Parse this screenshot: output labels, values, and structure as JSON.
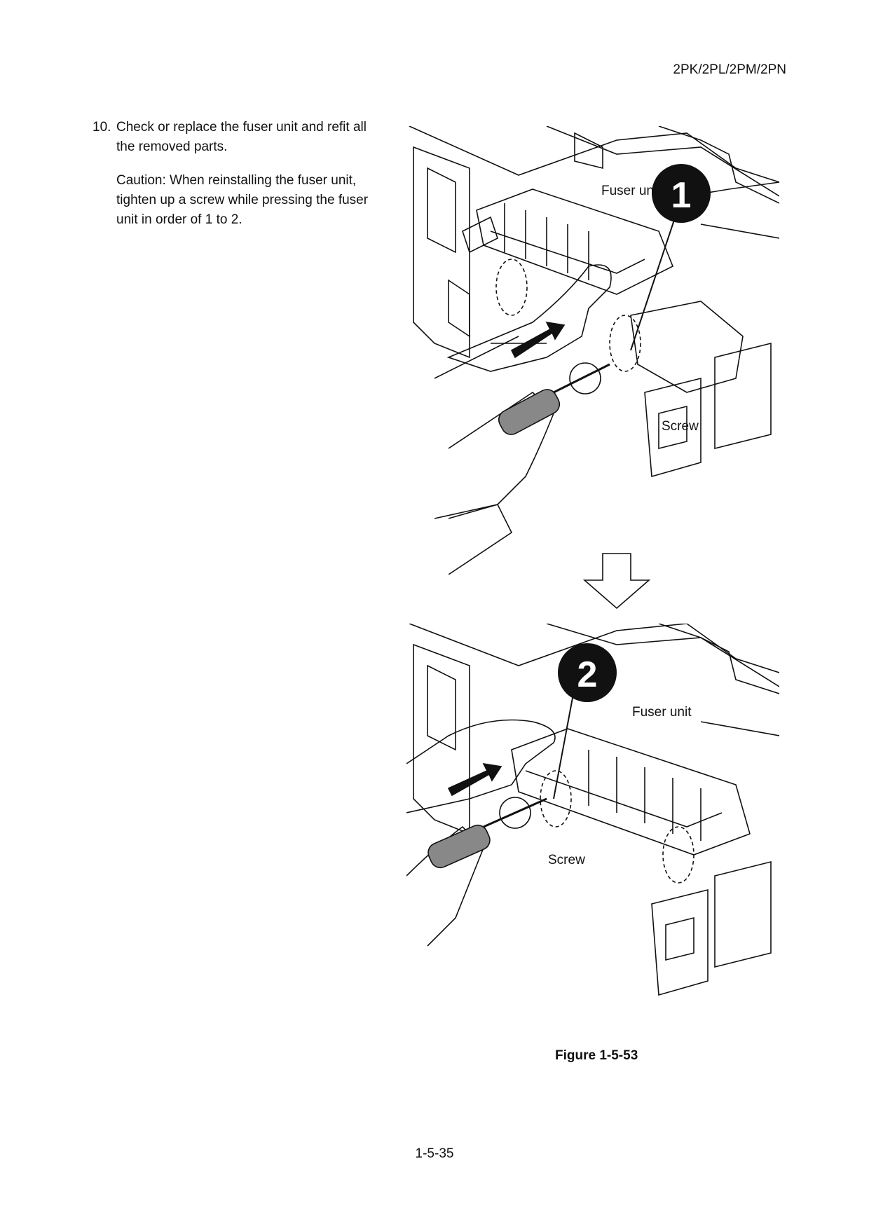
{
  "header": {
    "model_code": "2PK/2PL/2PM/2PN"
  },
  "step": {
    "number": "10.",
    "text": "Check or replace the fuser unit and refit all the removed parts.",
    "caution": "Caution: When reinstalling the fuser unit, tighten up a screw while pressing the fuser unit in order of 1 to 2."
  },
  "figure_top": {
    "label_fuser": "Fuser unit",
    "label_screw": "Screw",
    "badge": "1"
  },
  "figure_bottom": {
    "label_fuser": "Fuser unit",
    "label_screw": "Screw",
    "badge": "2"
  },
  "figure_caption": "Figure 1-5-53",
  "footer": {
    "page_number": "1-5-35"
  }
}
